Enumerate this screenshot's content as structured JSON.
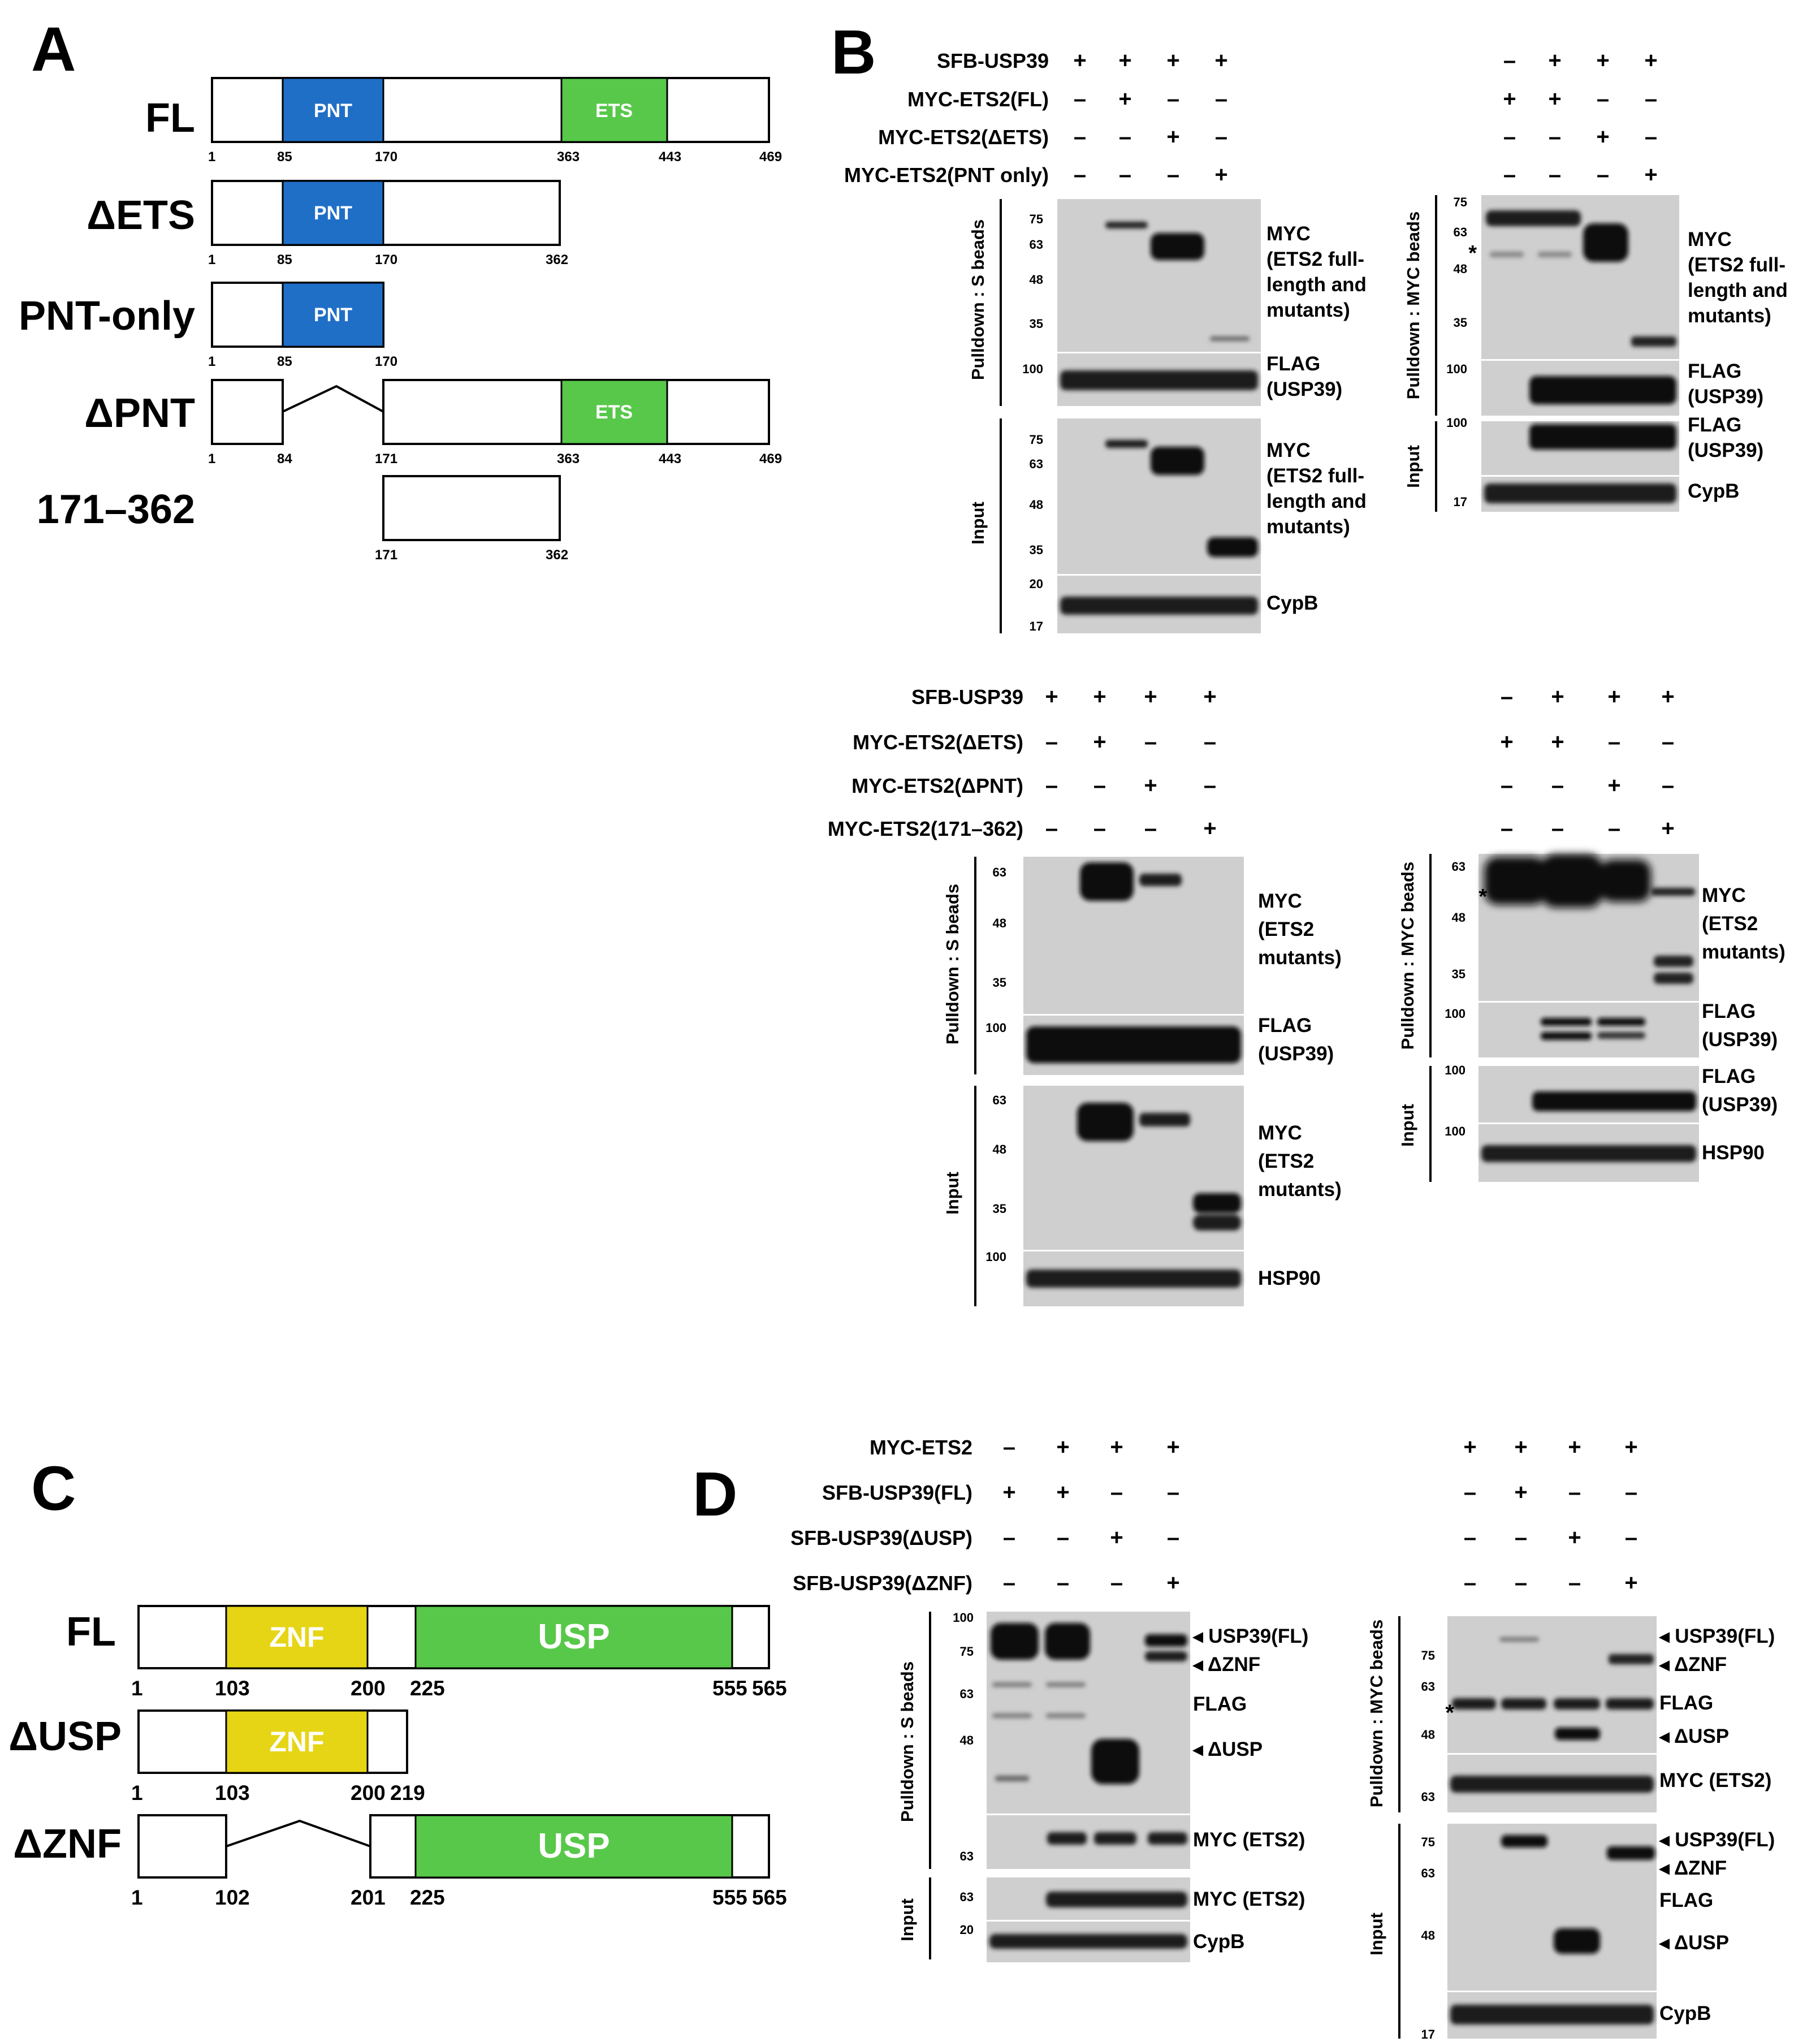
{
  "panels": {
    "A": {
      "label": "A",
      "constructs": [
        {
          "name": "FL",
          "positions": [
            "1",
            "85",
            "170",
            "363",
            "443",
            "469"
          ],
          "domains": [
            "PNT",
            "ETS"
          ]
        },
        {
          "name": "ΔETS",
          "positions": [
            "1",
            "85",
            "170",
            "362"
          ],
          "domains": [
            "PNT"
          ]
        },
        {
          "name": "PNT-only",
          "positions": [
            "1",
            "85",
            "170"
          ],
          "domains": [
            "PNT"
          ]
        },
        {
          "name": "ΔPNT",
          "positions": [
            "1",
            "84",
            "171",
            "363",
            "443",
            "469"
          ],
          "domains": [
            "ETS"
          ]
        },
        {
          "name": "171–362",
          "positions": [
            "171",
            "362"
          ],
          "domains": []
        }
      ]
    },
    "B": {
      "label": "B",
      "blot1": {
        "rows": [
          {
            "label": "SFB-USP39",
            "signs": [
              "+",
              "+",
              "+",
              "+"
            ]
          },
          {
            "label": "MYC-ETS2(FL)",
            "signs": [
              "–",
              "+",
              "–",
              "–"
            ]
          },
          {
            "label": "MYC-ETS2(ΔETS)",
            "signs": [
              "–",
              "–",
              "+",
              "–"
            ]
          },
          {
            "label": "MYC-ETS2(PNT only)",
            "signs": [
              "–",
              "–",
              "–",
              "+"
            ]
          }
        ],
        "pulldown_label": "Pulldown : S beads",
        "input_label": "Input",
        "mw_pd_myc": [
          "75",
          "63",
          "48",
          "35"
        ],
        "mw_pd_flag": [
          "100"
        ],
        "mw_in_myc": [
          "75",
          "63",
          "48",
          "35"
        ],
        "mw_in_cypb": [
          "20",
          "17"
        ],
        "ab_myc": [
          "MYC",
          "(ETS2 full-",
          "length and",
          "mutants)"
        ],
        "ab_flag": [
          "FLAG",
          "(USP39)"
        ],
        "ab_cypb": "CypB"
      },
      "blot2": {
        "signs": [
          [
            "–",
            "+",
            "+",
            "+"
          ],
          [
            "+",
            "+",
            "–",
            "–"
          ],
          [
            "–",
            "–",
            "+",
            "–"
          ],
          [
            "–",
            "–",
            "–",
            "+"
          ]
        ],
        "pulldown_label": "Pulldown : MYC beads",
        "input_label": "Input",
        "mw_pd_myc": [
          "75",
          "63",
          "48",
          "35"
        ],
        "mw_pd_flag": [
          "100"
        ],
        "mw_in_flag": [
          "100"
        ],
        "mw_in_cypb": [
          "17"
        ],
        "asterisk": "*",
        "ab_myc": [
          "MYC",
          "(ETS2 full-",
          "length and",
          "mutants)"
        ],
        "ab_flag": [
          "FLAG",
          "(USP39)"
        ],
        "ab_flag_in": [
          "FLAG",
          "(USP39)"
        ],
        "ab_cypb": "CypB"
      },
      "blot3": {
        "rows": [
          {
            "label": "SFB-USP39",
            "signs": [
              "+",
              "+",
              "+",
              "+"
            ]
          },
          {
            "label": "MYC-ETS2(ΔETS)",
            "signs": [
              "–",
              "+",
              "–",
              "–"
            ]
          },
          {
            "label": "MYC-ETS2(ΔPNT)",
            "signs": [
              "–",
              "–",
              "+",
              "–"
            ]
          },
          {
            "label": "MYC-ETS2(171–362)",
            "signs": [
              "–",
              "–",
              "–",
              "+"
            ]
          }
        ],
        "pulldown_label": "Pulldown : S beads",
        "input_label": "Input",
        "mw_pd_myc": [
          "63",
          "48",
          "35"
        ],
        "mw_pd_flag": [
          "100"
        ],
        "mw_in_myc": [
          "63",
          "48",
          "35"
        ],
        "mw_in_hsp": [
          "100"
        ],
        "ab_myc": [
          "MYC",
          "(ETS2",
          "mutants)"
        ],
        "ab_flag": [
          "FLAG",
          "(USP39)"
        ],
        "ab_hsp": "HSP90"
      },
      "blot4": {
        "signs": [
          [
            "–",
            "+",
            "+",
            "+"
          ],
          [
            "+",
            "+",
            "–",
            "–"
          ],
          [
            "–",
            "–",
            "+",
            "–"
          ],
          [
            "–",
            "–",
            "–",
            "+"
          ]
        ],
        "pulldown_label": "Pulldown : MYC beads",
        "input_label": "Input",
        "mw_pd_myc": [
          "63",
          "48",
          "35"
        ],
        "mw_pd_flag": [
          "100"
        ],
        "mw_in_flag": [
          "100"
        ],
        "mw_in_hsp": [
          "100"
        ],
        "asterisk": "*",
        "ab_myc": [
          "MYC",
          "(ETS2",
          "mutants)"
        ],
        "ab_flag": [
          "FLAG",
          "(USP39)"
        ],
        "ab_flag_in": [
          "FLAG",
          "(USP39)"
        ],
        "ab_hsp": "HSP90"
      }
    },
    "C": {
      "label": "C",
      "constructs": [
        {
          "name": "FL",
          "positions": [
            "1",
            "103",
            "200",
            "225",
            "555",
            "565"
          ],
          "domains": [
            "ZNF",
            "USP"
          ]
        },
        {
          "name": "ΔUSP",
          "positions": [
            "1",
            "103",
            "200",
            "219"
          ],
          "domains": [
            "ZNF"
          ]
        },
        {
          "name": "ΔZNF",
          "positions": [
            "1",
            "102",
            "201",
            "225",
            "555",
            "565"
          ],
          "domains": [
            "USP"
          ]
        }
      ]
    },
    "D": {
      "label": "D",
      "blot5": {
        "rows": [
          {
            "label": "MYC-ETS2",
            "signs": [
              "–",
              "+",
              "+",
              "+"
            ]
          },
          {
            "label": "SFB-USP39(FL)",
            "signs": [
              "+",
              "+",
              "–",
              "–"
            ]
          },
          {
            "label": "SFB-USP39(ΔUSP)",
            "signs": [
              "–",
              "–",
              "+",
              "–"
            ]
          },
          {
            "label": "SFB-USP39(ΔZNF)",
            "signs": [
              "–",
              "–",
              "–",
              "+"
            ]
          }
        ],
        "pulldown_label": "Pulldown : S beads",
        "input_label": "Input",
        "mw_pd_flag": [
          "100",
          "75",
          "63",
          "48"
        ],
        "mw_pd_myc": [
          "63"
        ],
        "mw_in_myc": [
          "63"
        ],
        "mw_in_cypb": [
          "20"
        ],
        "ab_usp_fl": "◂ USP39(FL)",
        "ab_dznf": "◂ ΔZNF",
        "ab_flag": "FLAG",
        "ab_dusp": "◂ ΔUSP",
        "ab_myc": "MYC (ETS2)",
        "ab_myc_in": "MYC (ETS2)",
        "ab_cypb": "CypB"
      },
      "blot6": {
        "signs": [
          [
            "+",
            "+",
            "+",
            "+"
          ],
          [
            "–",
            "+",
            "–",
            "–"
          ],
          [
            "–",
            "–",
            "+",
            "–"
          ],
          [
            "–",
            "–",
            "–",
            "+"
          ]
        ],
        "pulldown_label": "Pulldown : MYC beads",
        "input_label": "Input",
        "mw_pd_flag": [
          "75",
          "63",
          "48"
        ],
        "mw_pd_myc": [
          "63"
        ],
        "mw_in_flag": [
          "75",
          "63",
          "48"
        ],
        "mw_in_cypb": [
          "17"
        ],
        "asterisk": "*",
        "ab_usp_fl": "◂ USP39(FL)",
        "ab_dznf": "◂ ΔZNF",
        "ab_flag": "FLAG",
        "ab_dusp": "◂ ΔUSP",
        "ab_myc": "MYC (ETS2)",
        "ab_usp_fl_in": "◂ USP39(FL)",
        "ab_dznf_in": "◂ ΔZNF",
        "ab_flag_in": "FLAG",
        "ab_dusp_in": "◂ ΔUSP",
        "ab_cypb": "CypB"
      }
    }
  },
  "colors": {
    "pnt_domain": "#1f6fc7",
    "ets_domain": "#58c84a",
    "znf_domain": "#e6d515",
    "usp_domain": "#58c84a",
    "blot_background": "#cfcfcf",
    "band": "#111111"
  }
}
